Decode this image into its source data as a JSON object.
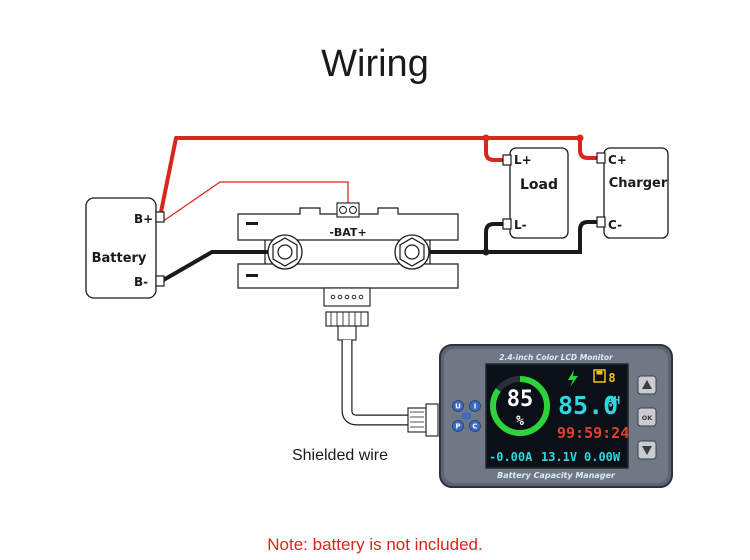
{
  "title": "Wiring",
  "battery": {
    "label": "Battery",
    "pos": "B+",
    "neg": "B-"
  },
  "load": {
    "label": "Load",
    "pos": "L+",
    "neg": "L-"
  },
  "charger": {
    "label": "Charger",
    "pos": "C+",
    "neg": "C-"
  },
  "shunt": {
    "label": "-BAT+"
  },
  "cable_label": "Shielded wire",
  "monitor": {
    "header": "2.4-inch Color LCD Monitor",
    "footer": "Battery Capacity Manager",
    "percent": "85",
    "percent_unit": "%",
    "slot": "8",
    "capacity": "85.0",
    "capacity_unit": "AH",
    "time": "99:59:24",
    "current": "-0.00A",
    "voltage": "13.1V",
    "power": "0.00W",
    "buttons": [
      "U",
      "I",
      "P",
      "C"
    ],
    "ok_label": "OK"
  },
  "note": "Note: battery is not included.",
  "colors": {
    "positive_wire": "#d9261c",
    "negative_wire": "#1a1a1a"
  }
}
